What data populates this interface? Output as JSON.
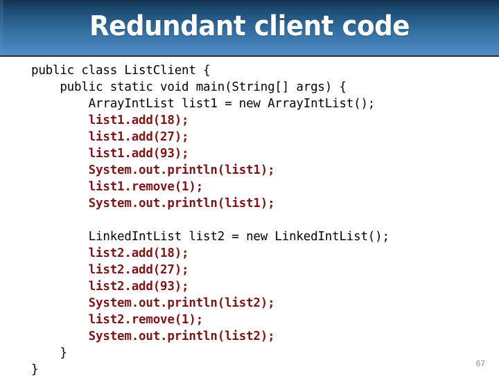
{
  "slide": {
    "title": "Redundant client code",
    "page_number": "67",
    "colors": {
      "banner_top": "#12314f",
      "banner_bottom": "#528fc4",
      "title_text": "#ffffff",
      "code_default": "#000000",
      "code_highlight": "#7c1616",
      "page_number": "#8d8d8d",
      "background": "#ffffff"
    }
  },
  "code": {
    "lines": [
      {
        "text": "public class ListClient {",
        "highlight": false
      },
      {
        "text": "    public static void main(String[] args) {",
        "highlight": false
      },
      {
        "text": "        ArrayIntList list1 = new ArrayIntList();",
        "highlight": false
      },
      {
        "text": "        list1.add(18);",
        "highlight": true
      },
      {
        "text": "        list1.add(27);",
        "highlight": true
      },
      {
        "text": "        list1.add(93);",
        "highlight": true
      },
      {
        "text": "        System.out.println(list1);",
        "highlight": true
      },
      {
        "text": "        list1.remove(1);",
        "highlight": true
      },
      {
        "text": "        System.out.println(list1);",
        "highlight": true
      },
      {
        "text": "",
        "highlight": false
      },
      {
        "text": "        LinkedIntList list2 = new LinkedIntList();",
        "highlight": false
      },
      {
        "text": "        list2.add(18);",
        "highlight": true
      },
      {
        "text": "        list2.add(27);",
        "highlight": true
      },
      {
        "text": "        list2.add(93);",
        "highlight": true
      },
      {
        "text": "        System.out.println(list2);",
        "highlight": true
      },
      {
        "text": "        list2.remove(1);",
        "highlight": true
      },
      {
        "text": "        System.out.println(list2);",
        "highlight": true
      },
      {
        "text": "    }",
        "highlight": false
      },
      {
        "text": "}",
        "highlight": false
      }
    ]
  }
}
